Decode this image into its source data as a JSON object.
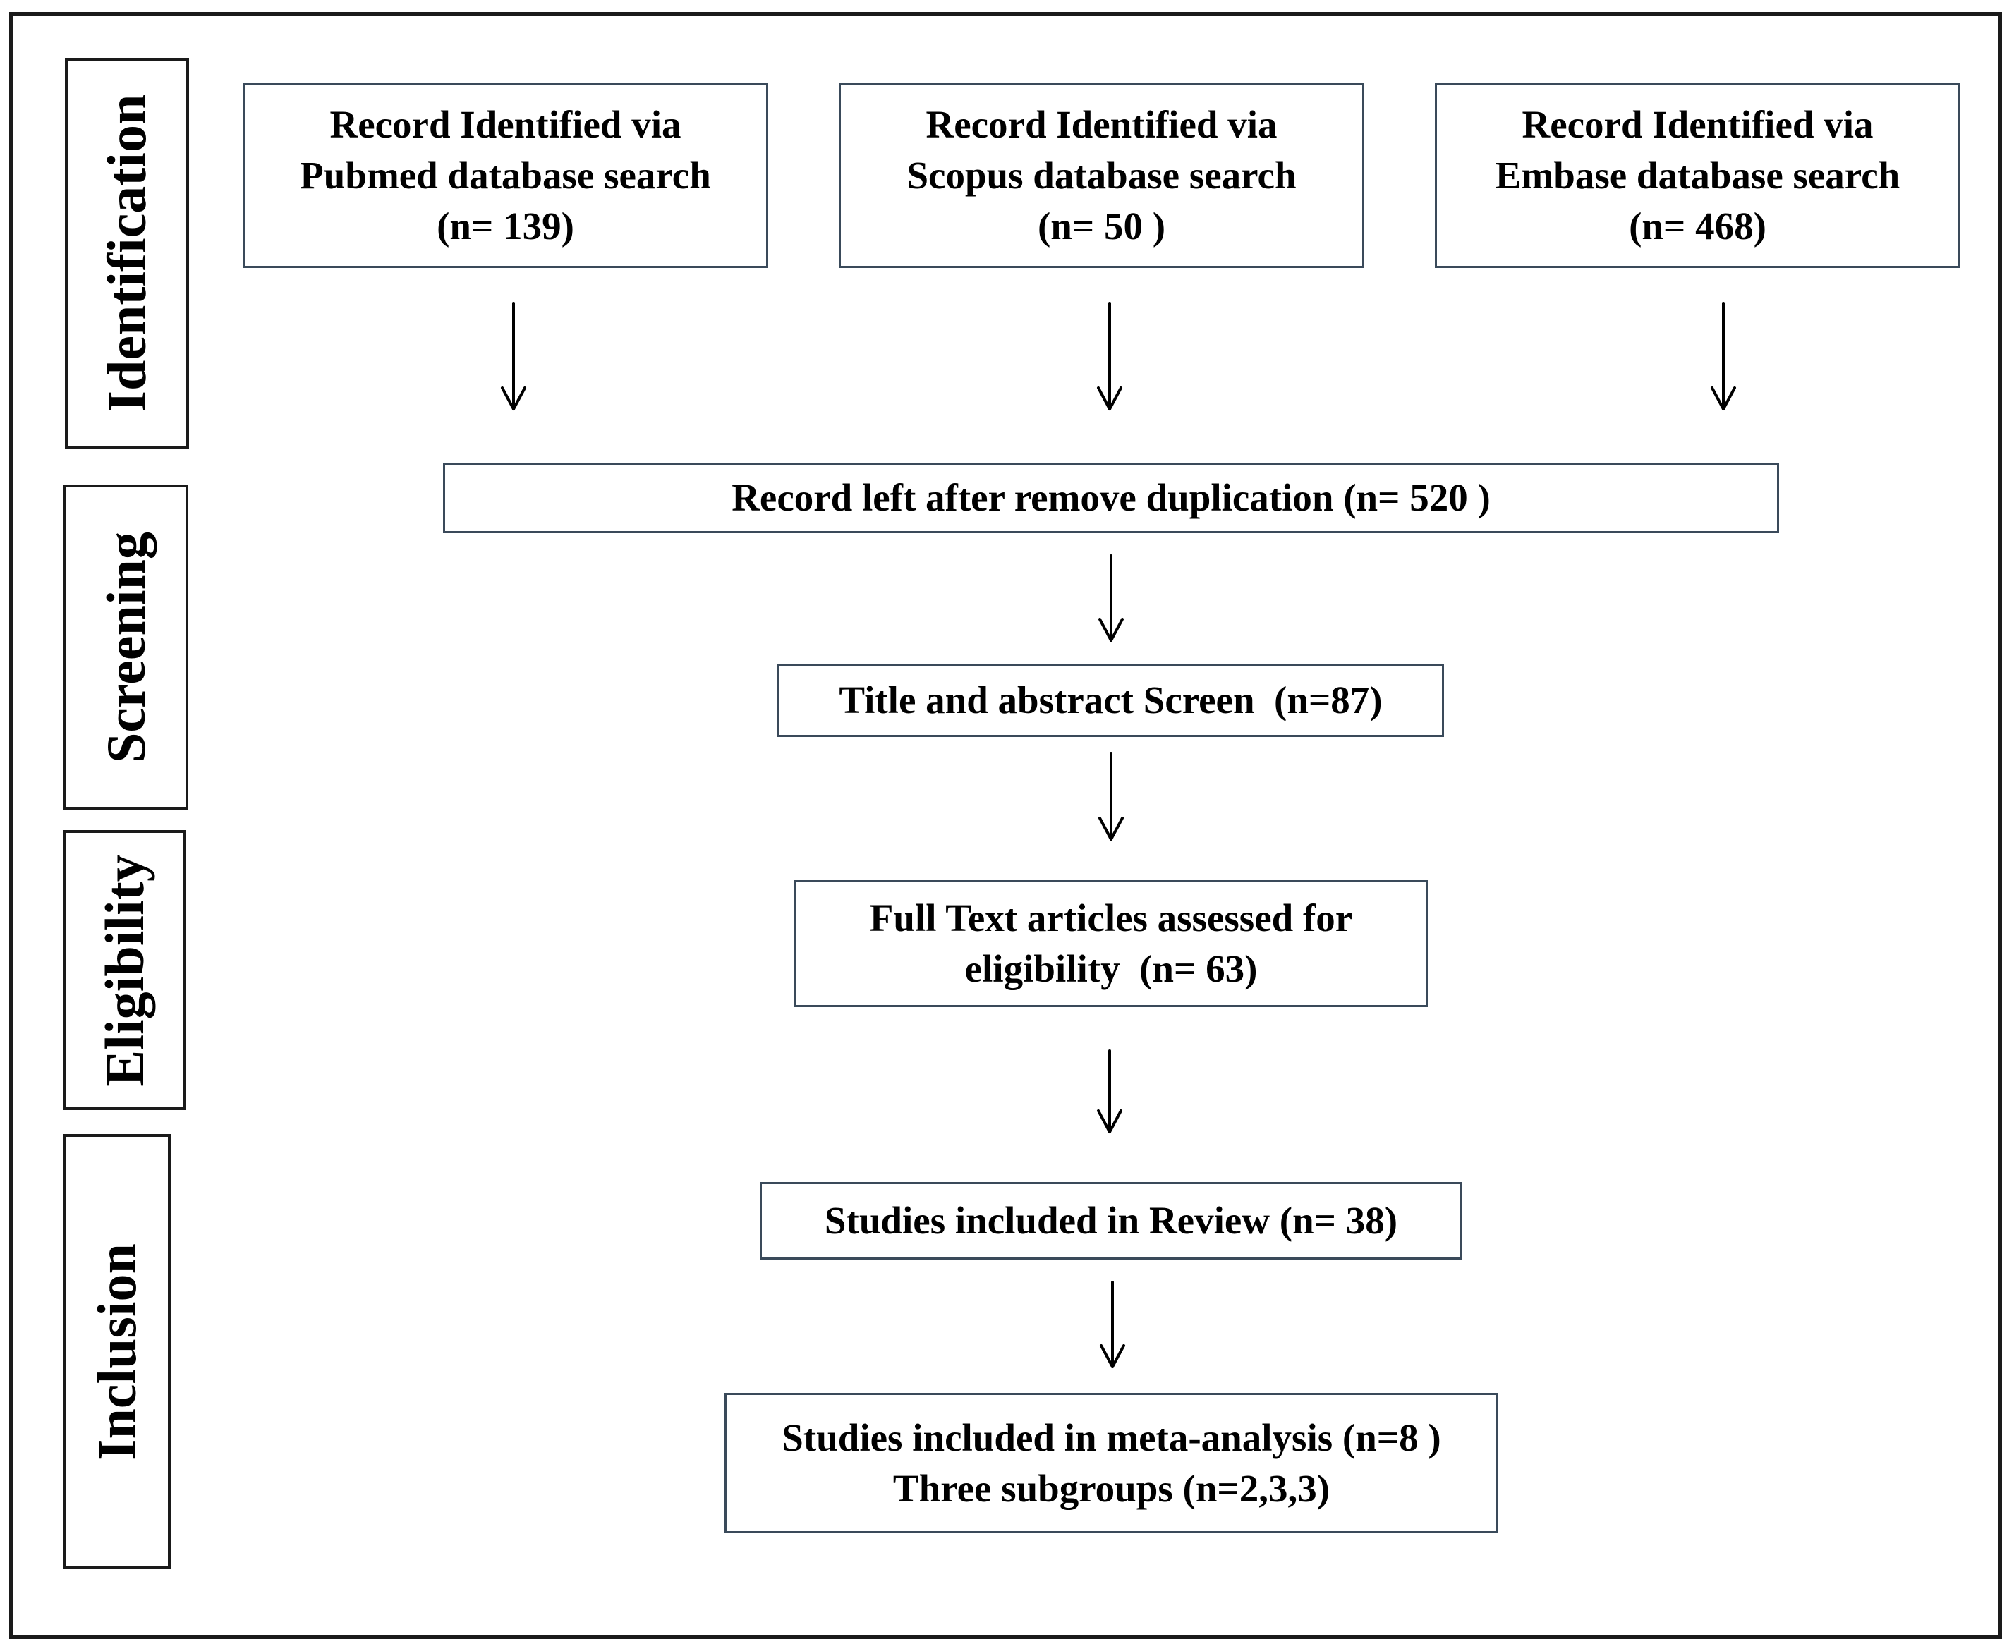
{
  "stages": {
    "identification": "Identification",
    "screening": "Screening",
    "eligibility": "Eligibility",
    "inclusion": "Inclusion"
  },
  "boxes": {
    "pubmed": {
      "line1": "Record Identified via",
      "line2": "Pubmed database search",
      "line3": "(n= 139)"
    },
    "scopus": {
      "line1": "Record Identified via",
      "line2": "Scopus database search",
      "line3": "(n= 50 )"
    },
    "embase": {
      "line1": "Record Identified via",
      "line2": "Embase database search",
      "line3": "(n= 468)"
    },
    "deduplicated": {
      "line1": "Record left after remove duplication (n= 520 )"
    },
    "title_abstract": {
      "line1": "Title and abstract Screen  (n=87)"
    },
    "full_text": {
      "line1": "Full Text articles assessed for",
      "line2": "eligibility  (n= 63)"
    },
    "review": {
      "line1": "Studies included in Review (n= 38)"
    },
    "meta_analysis": {
      "line1": "Studies included in meta-analysis (n=8 )",
      "line2": "Three subgroups (n=2,3,3)"
    }
  },
  "colors": {
    "box_border": "#3a4a5a",
    "frame_border": "#1a1a1a",
    "text": "#000000"
  }
}
